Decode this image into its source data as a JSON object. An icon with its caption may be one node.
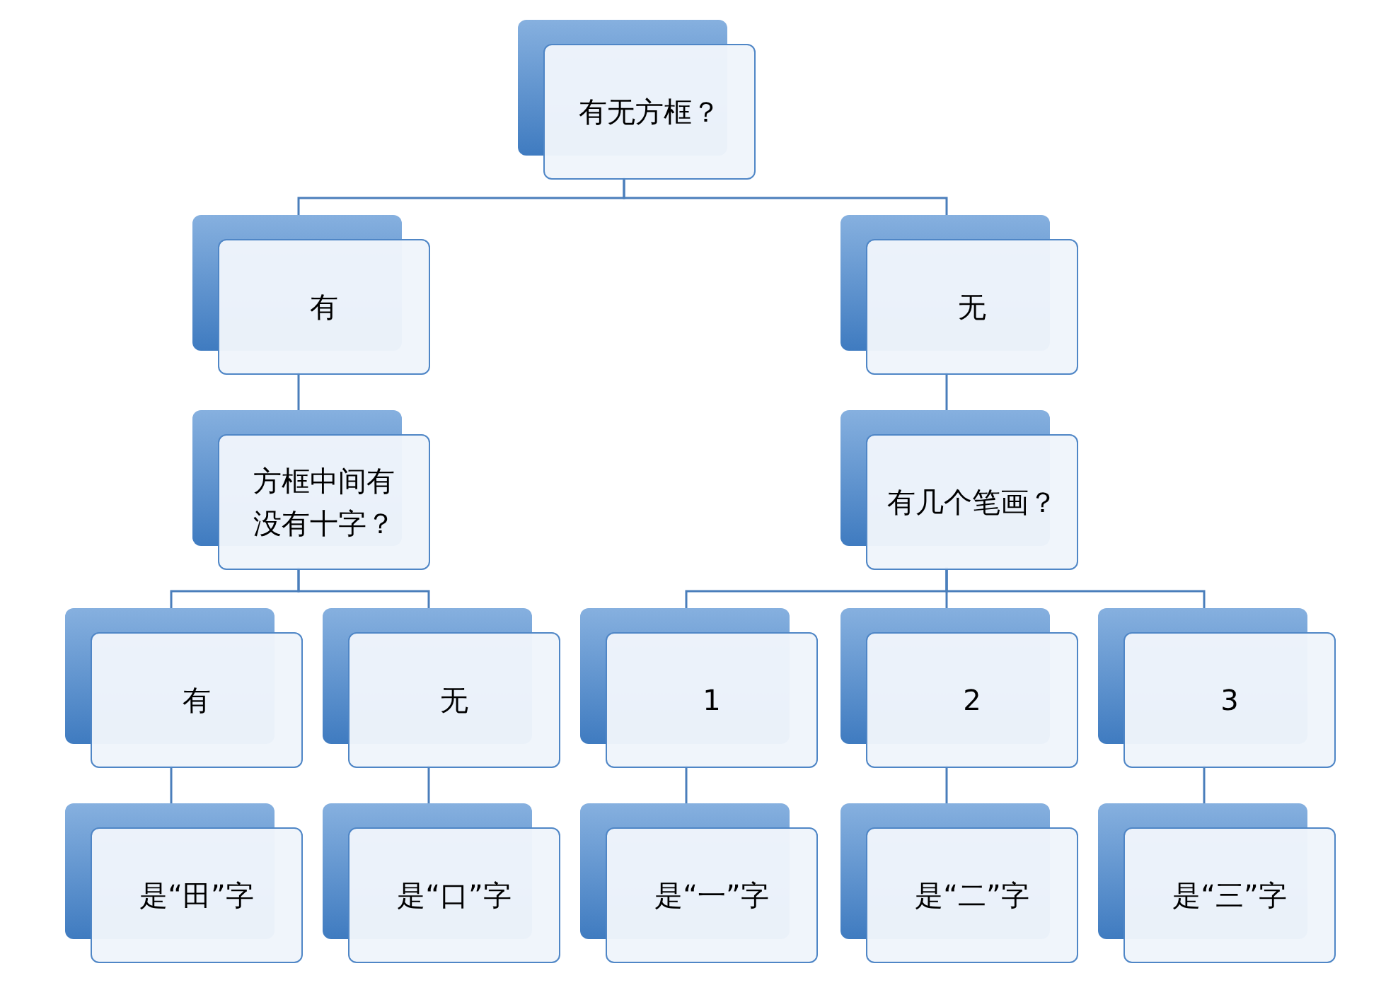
{
  "diagram": {
    "nodes": [
      {
        "text": [
          "有无方框？"
        ]
      },
      {
        "text": [
          "有"
        ]
      },
      {
        "text": [
          "无"
        ]
      },
      {
        "text": [
          "方框中间有没有十字？"
        ]
      },
      {
        "text": [
          "有几个笔画？"
        ]
      },
      {
        "text": [
          "有"
        ]
      },
      {
        "text": [
          "无"
        ]
      },
      {
        "text": [
          "1"
        ]
      },
      {
        "text": [
          "2"
        ]
      },
      {
        "text": [
          "3"
        ]
      },
      {
        "text": [
          "是“田”字"
        ]
      },
      {
        "text": [
          "是“口”字"
        ]
      },
      {
        "text": [
          "是“一”字"
        ]
      },
      {
        "text": [
          "是“二”字"
        ]
      },
      {
        "text": [
          "是“三”字"
        ]
      }
    ],
    "edges": [
      {
        "from": 0,
        "to": 1,
        "arrow": "none"
      },
      {
        "from": 0,
        "to": 2,
        "arrow": "none"
      },
      {
        "from": 1,
        "to": 3,
        "arrow": "none"
      },
      {
        "from": 2,
        "to": 4,
        "arrow": "none"
      },
      {
        "from": 3,
        "to": 5,
        "arrow": "none"
      },
      {
        "from": 3,
        "to": 6,
        "arrow": "none"
      },
      {
        "from": 4,
        "to": 7,
        "arrow": "none"
      },
      {
        "from": 4,
        "to": 8,
        "arrow": "none"
      },
      {
        "from": 4,
        "to": 9,
        "arrow": "none"
      },
      {
        "from": 5,
        "to": 10,
        "arrow": "none"
      },
      {
        "from": 6,
        "to": 11,
        "arrow": "none"
      },
      {
        "from": 7,
        "to": 12,
        "arrow": "none"
      },
      {
        "from": 8,
        "to": 13,
        "arrow": "none"
      },
      {
        "from": 9,
        "to": 14,
        "arrow": "none"
      }
    ]
  }
}
